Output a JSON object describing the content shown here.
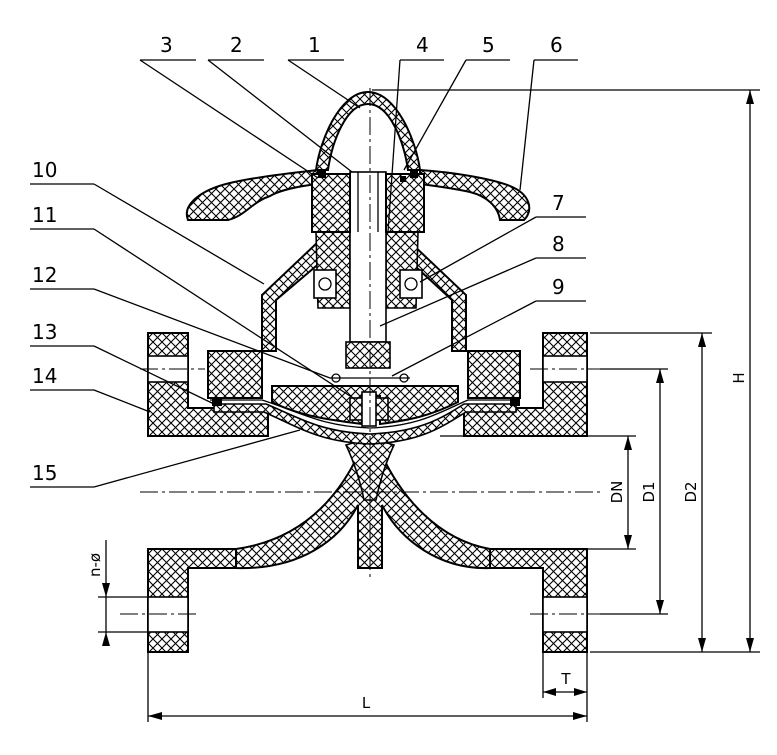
{
  "diagram": {
    "part_numbers": [
      "1",
      "2",
      "3",
      "4",
      "5",
      "6",
      "7",
      "8",
      "9",
      "10",
      "11",
      "12",
      "13",
      "14",
      "15"
    ],
    "dimensions": {
      "height": "H",
      "nominal_diameter": "DN",
      "bolt_circle": "D1",
      "flange_diameter": "D2",
      "bolt_holes": "n-ø",
      "flange_thickness": "T",
      "length": "L"
    },
    "colors": {
      "line": "#000000",
      "background": "#ffffff"
    }
  }
}
